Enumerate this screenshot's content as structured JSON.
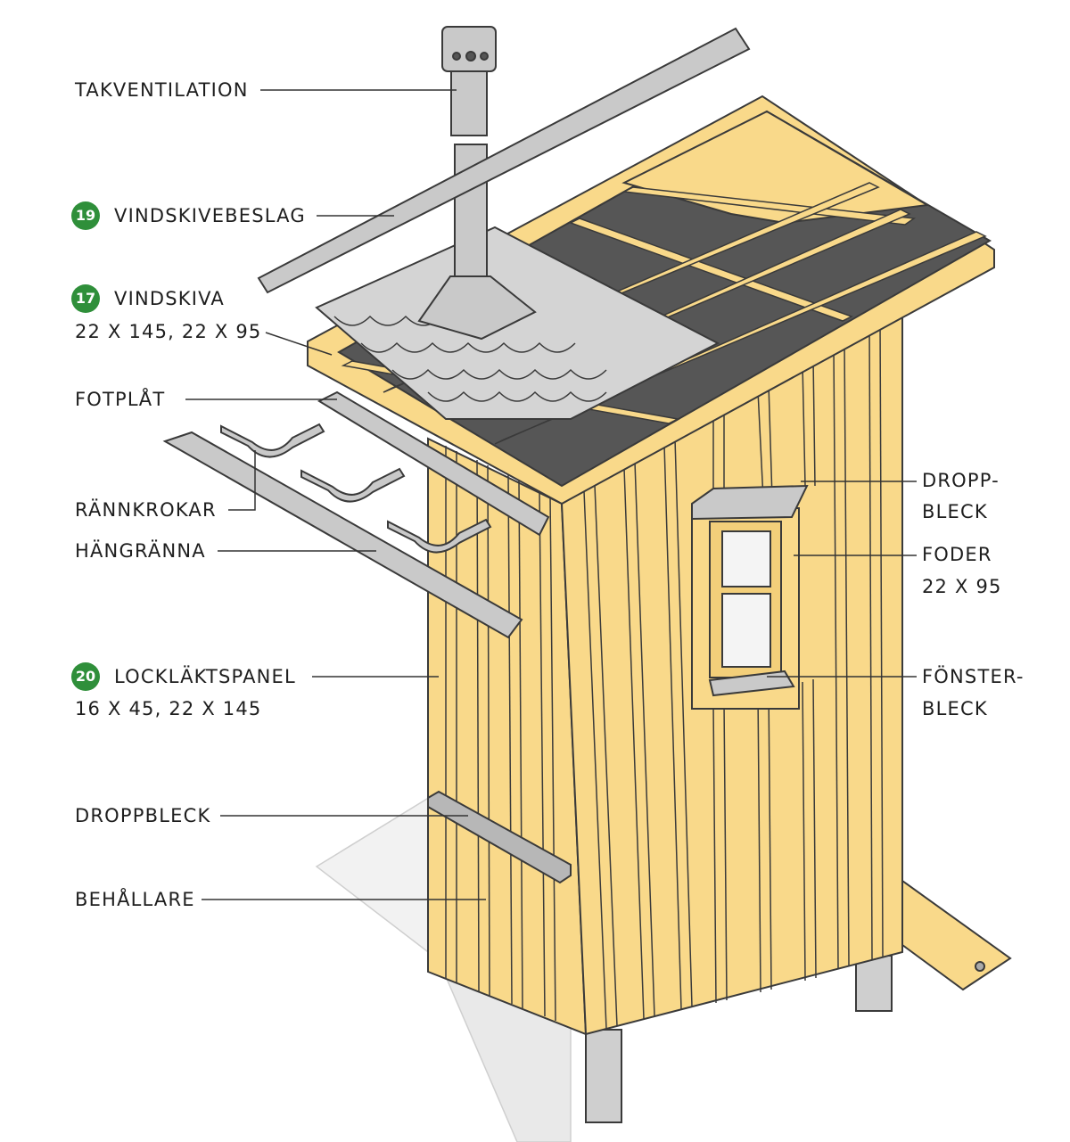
{
  "colors": {
    "wood": "#f9d98a",
    "wood_dark": "#e4bf67",
    "outline": "#3a3a3a",
    "felt": "#555555",
    "metal": "#c9c9c9",
    "badge": "#2f8f3a",
    "leader": "#333333"
  },
  "labels": {
    "takventilation": "TAKVENTILATION",
    "vindskivebeslag": {
      "number": "19",
      "text": "VINDSKIVEBESLAG"
    },
    "vindskiva": {
      "number": "17",
      "text": "VINDSKIVA",
      "dims": "22 X 145, 22 X 95"
    },
    "fotplat": "FOTPLÅT",
    "rannkrokar": "RÄNNKROKAR",
    "hangranna": "HÄNGRÄNNA",
    "locklaktspanel": {
      "number": "20",
      "text": "LOCKLÄKTSPANEL",
      "dims": "16 X 45, 22 X 145"
    },
    "droppbleck_bottom": "DROPPBLECK",
    "behallare": "BEHÅLLARE",
    "droppbleck_window": {
      "line1": "DROPP-",
      "line2": "BLECK"
    },
    "foder": {
      "line1": "FODER",
      "line2": "22 X 95"
    },
    "fonsterbleck": {
      "line1": "FÖNSTER-",
      "line2": "BLECK"
    }
  }
}
